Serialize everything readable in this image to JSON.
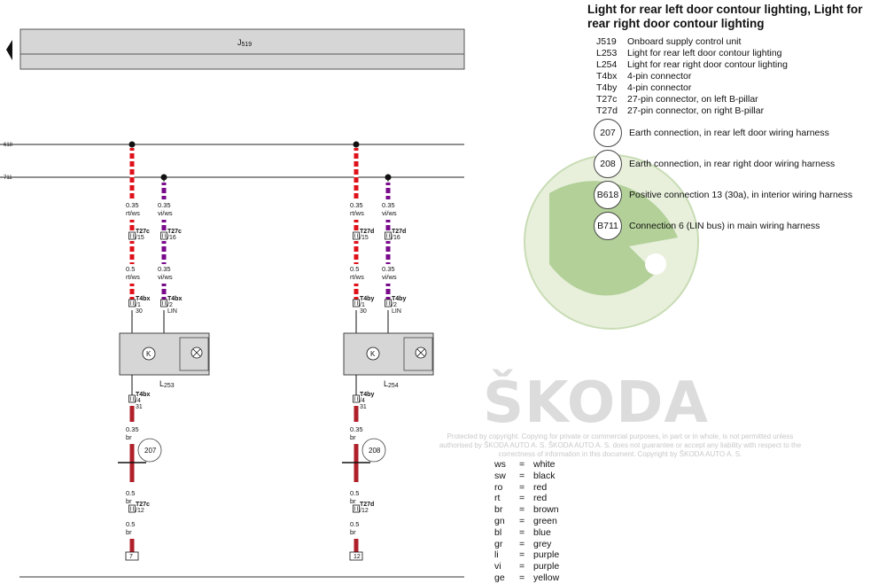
{
  "title": "Light for rear left door contour lighting, Light for rear right door contour lighting",
  "control_unit": {
    "base": "J",
    "sub": "519"
  },
  "bus_labels": [
    "618",
    "711"
  ],
  "legend": [
    {
      "code": "J519",
      "desc": "Onboard supply control unit"
    },
    {
      "code": "L253",
      "desc": "Light for rear left door contour lighting"
    },
    {
      "code": "L254",
      "desc": "Light for rear right door contour lighting"
    },
    {
      "code": "T4bx",
      "desc": "4-pin connector"
    },
    {
      "code": "T4by",
      "desc": "4-pin connector"
    },
    {
      "code": "T27c",
      "desc": "27-pin connector, on left B-pillar"
    },
    {
      "code": "T27d",
      "desc": "27-pin connector, on right B-pillar"
    }
  ],
  "connections": [
    {
      "code": "207",
      "desc": "Earth connection, in rear left door wiring harness"
    },
    {
      "code": "208",
      "desc": "Earth connection, in rear right door wiring harness"
    },
    {
      "code": "B618",
      "desc": "Positive connection 13 (30a), in interior wiring harness"
    },
    {
      "code": "B711",
      "desc": "Connection 6 (LIN bus) in main wiring harness"
    }
  ],
  "copyright": "Protected by copyright. Copying for private or commercial purposes, in part or in whole, is not permitted unless authorised by ŠKODA AUTO A. S. ŠKODA AUTO A. S. does not guarantee or accept any liability with respect to the correctness of information in this document. Copyright by ŠKODA AUTO A. S.",
  "watermark": "ŠKODA",
  "colors": [
    {
      "code": "ws",
      "name": "white"
    },
    {
      "code": "sw",
      "name": "black"
    },
    {
      "code": "ro",
      "name": "red"
    },
    {
      "code": "rt",
      "name": "red"
    },
    {
      "code": "br",
      "name": "brown"
    },
    {
      "code": "gn",
      "name": "green"
    },
    {
      "code": "bl",
      "name": "blue"
    },
    {
      "code": "gr",
      "name": "grey"
    },
    {
      "code": "li",
      "name": "purple"
    },
    {
      "code": "vi",
      "name": "purple"
    },
    {
      "code": "ge",
      "name": "yellow"
    }
  ],
  "wire_colors": {
    "rt": "#e0101a",
    "vi": "#7a0a8c",
    "br": "#b0202a",
    "ws": "#ffffff"
  },
  "circuits": [
    {
      "component": {
        "base": "L",
        "sub": "253"
      },
      "pos_wire": {
        "top_size": "0.35",
        "top_color": "rt/ws",
        "conn": "T27c",
        "pin": "15",
        "bot_size": "0.5",
        "bot_color": "rt/ws",
        "comp_conn": "T4bx",
        "comp_pin": "1",
        "term": "30"
      },
      "lin_wire": {
        "top_size": "0.35",
        "top_color": "vi/ws",
        "conn": "T27c",
        "pin": "16",
        "bot_size": "0.35",
        "bot_color": "vi/ws",
        "comp_conn": "T4bx",
        "comp_pin": "2",
        "term": "LIN"
      },
      "ground": {
        "conn": "T4bx",
        "pin": "4",
        "term": "31",
        "size": "0.35",
        "color": "br",
        "earth": "207",
        "size2": "0.5",
        "color2": "br",
        "conn2": "T27c",
        "pin2": "12",
        "size3": "0.5",
        "color3": "br",
        "ref": "7"
      }
    },
    {
      "component": {
        "base": "L",
        "sub": "254"
      },
      "pos_wire": {
        "top_size": "0.35",
        "top_color": "rt/ws",
        "conn": "T27d",
        "pin": "15",
        "bot_size": "0.5",
        "bot_color": "rt/ws",
        "comp_conn": "T4by",
        "comp_pin": "1",
        "term": "30"
      },
      "lin_wire": {
        "top_size": "0.35",
        "top_color": "vi/ws",
        "conn": "T27d",
        "pin": "16",
        "bot_size": "0.35",
        "bot_color": "vi/ws",
        "comp_conn": "T4by",
        "comp_pin": "2",
        "term": "LIN"
      },
      "ground": {
        "conn": "T4by",
        "pin": "4",
        "term": "31",
        "size": "0.35",
        "color": "br",
        "earth": "208",
        "size2": "0.5",
        "color2": "br",
        "conn2": "T27d",
        "pin2": "12",
        "size3": "0.5",
        "color3": "br",
        "ref": "12"
      }
    }
  ]
}
